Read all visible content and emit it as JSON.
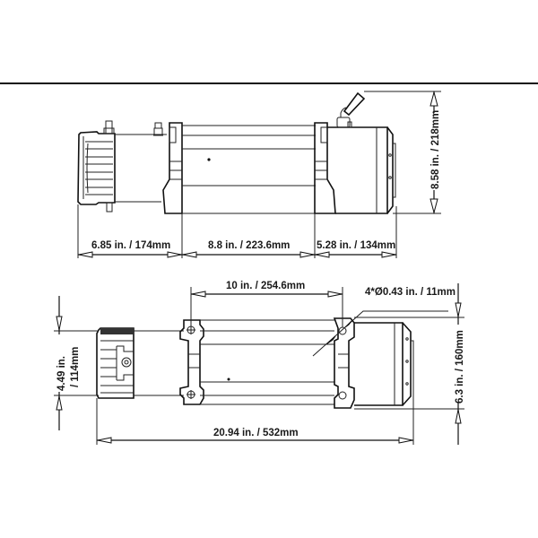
{
  "diagram": {
    "type": "technical dimension drawing",
    "subject": "winch",
    "colors": {
      "line": "#111111",
      "background": "#ffffff"
    }
  },
  "top_view": {
    "dimensions": {
      "drum_end_length": "6.85 in. / 174mm",
      "drum_length": "8.8 in. / 223.6mm",
      "motor_length": "5.28 in. / 134mm",
      "overall_height": "8.58 in. / 218mm"
    }
  },
  "bottom_view": {
    "dimensions": {
      "mount_hole_spacing_x": "10 in. / 254.6mm",
      "mount_hole_diameter": "4*Ø0.43 in. / 11mm",
      "gearbox_height_line1": "4.49 in.",
      "gearbox_height_line2": "/ 114mm",
      "motor_height": "6.3 in. / 160mm",
      "overall_length": "20.94 in. / 532mm"
    }
  }
}
